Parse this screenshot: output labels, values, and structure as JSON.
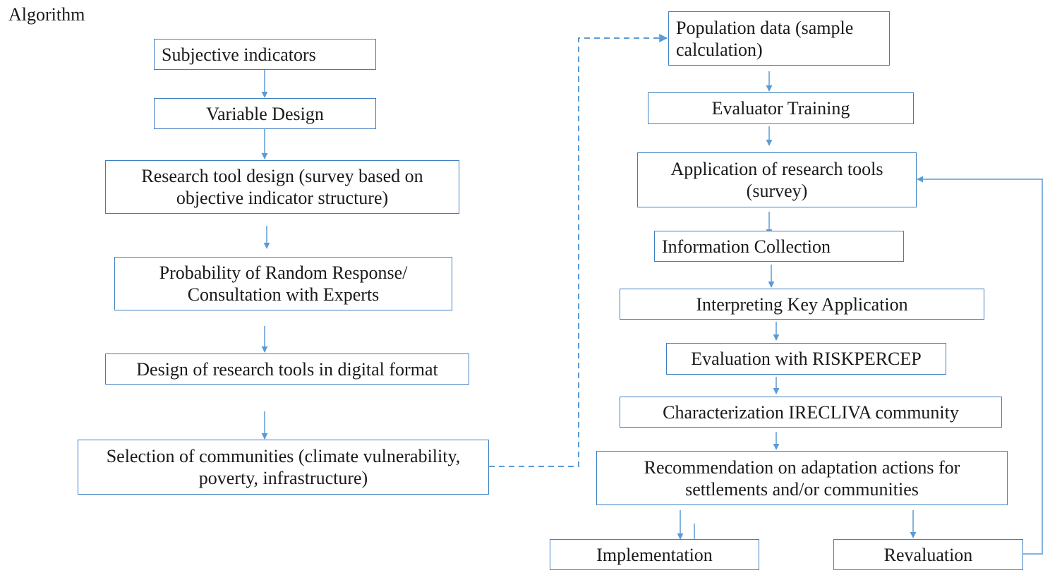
{
  "title": "Algorithm",
  "left_column": [
    {
      "id": "subjective",
      "text": "Subjective indicators"
    },
    {
      "id": "variable",
      "text": "Variable Design"
    },
    {
      "id": "research_tool",
      "text": "Research tool design (survey based on objective indicator structure)"
    },
    {
      "id": "probability",
      "text": "Probability of Random Response/ Consultation with Experts"
    },
    {
      "id": "digital",
      "text": "Design of research tools in digital format"
    },
    {
      "id": "selection",
      "text": "Selection of communities (climate vulnerability, poverty, infrastructure)"
    }
  ],
  "right_column": [
    {
      "id": "population",
      "text": "Population data (sample calculation)"
    },
    {
      "id": "training",
      "text": "Evaluator Training"
    },
    {
      "id": "application",
      "text": "Application of research tools (survey)"
    },
    {
      "id": "collection",
      "text": "Information Collection"
    },
    {
      "id": "interpreting",
      "text": "Interpreting Key Application"
    },
    {
      "id": "evaluation",
      "text": "Evaluation with RISKPERCEP"
    },
    {
      "id": "characterization",
      "text": "Characterization IRECLIVA community"
    },
    {
      "id": "recommendation",
      "text": "Recommendation on adaptation actions for settlements and/or communities"
    },
    {
      "id": "implementation",
      "text": "Implementation"
    },
    {
      "id": "revaluation",
      "text": "Revaluation"
    }
  ],
  "colors": {
    "line": "#5b9bd5",
    "border": "#3d7fc1"
  }
}
